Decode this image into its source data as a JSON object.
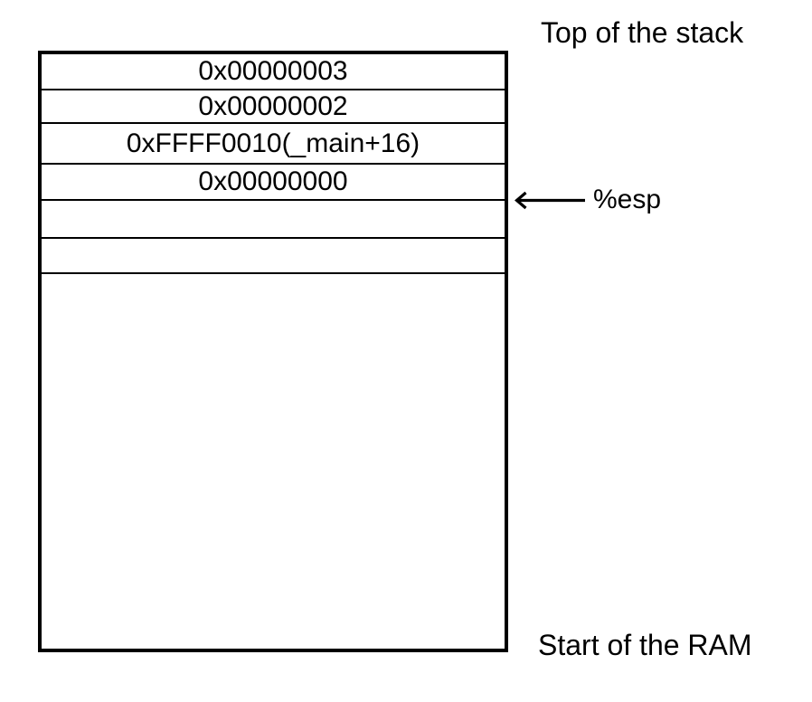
{
  "diagram": {
    "top_label": "Top of the stack",
    "bottom_label": "Start of the RAM",
    "esp_label": "%esp",
    "stack_rows": [
      {
        "value": "0x00000003"
      },
      {
        "value": "0x00000002"
      },
      {
        "value": "0xFFFF0010(_main+16)"
      },
      {
        "value": "0x00000000"
      },
      {
        "value": ""
      },
      {
        "value": ""
      }
    ],
    "colors": {
      "line": "#000000",
      "text": "#000000",
      "background": "#ffffff"
    }
  }
}
